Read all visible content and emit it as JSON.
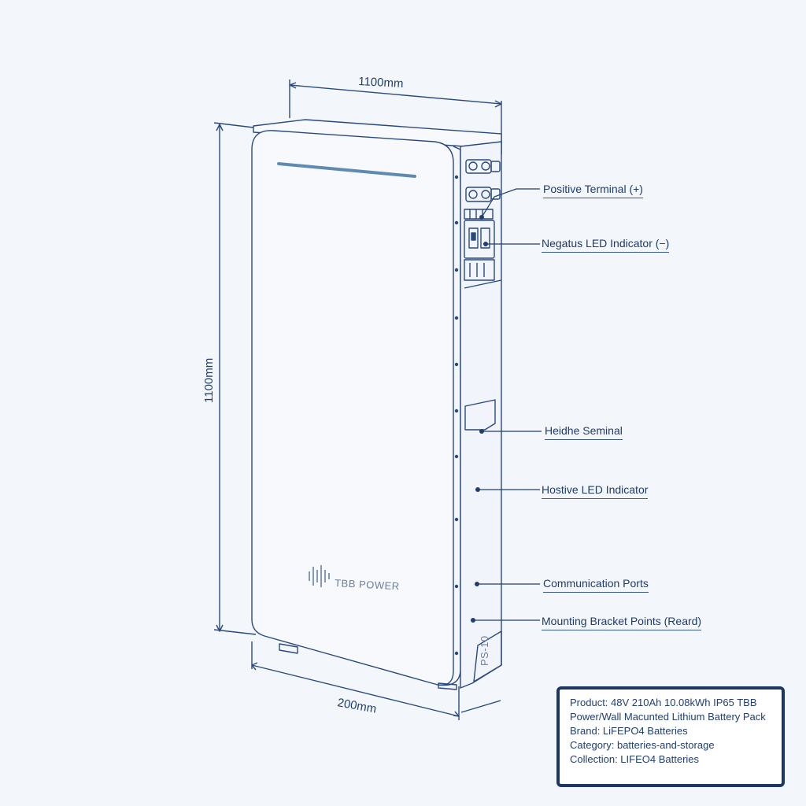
{
  "dimensions": {
    "top_width": "1100mm",
    "height": "1100mm",
    "depth": "200mm"
  },
  "device": {
    "logo_text": "TBB POWER",
    "side_tag": "PS-10"
  },
  "callouts": [
    {
      "id": "positive-terminal",
      "label": "Positive Terminal (+)"
    },
    {
      "id": "negative-led",
      "label": "Negatus LED Indicator (−)"
    },
    {
      "id": "negative-terminal",
      "label": "Heidhe Seminal"
    },
    {
      "id": "positive-led",
      "label": "Hostive LED Indicator"
    },
    {
      "id": "comm-ports",
      "label": "Communication Ports"
    },
    {
      "id": "mounting-points",
      "label": "Mounting Bracket Points (Reard)"
    }
  ],
  "info": {
    "product": "Product: 48V 210Ah 10.08kWh IP65 TBB",
    "product_cont": "Power/Wall Macunted Lithium Battery Pack",
    "brand": "Brand: LiFEPO4 Batteries",
    "category": "Category: batteries-and-storage",
    "collection": "Collection: LIFEO4 Batteries"
  },
  "colors": {
    "line": "#2b4a7c",
    "accent": "#1c3766",
    "background": "#f3f6fb"
  }
}
